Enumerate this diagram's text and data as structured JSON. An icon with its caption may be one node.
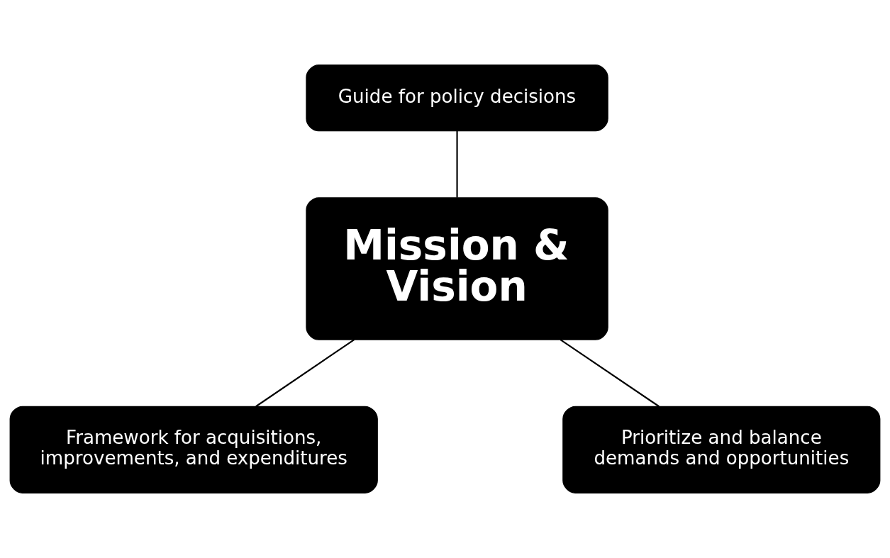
{
  "diagram": {
    "nodes": [
      {
        "text": [
          "Guide for policy decisions"
        ]
      },
      {
        "text": [
          "Mission & Vision"
        ]
      },
      {
        "text": [
          "Framework for acquisitions, improvements, and expenditures"
        ]
      },
      {
        "text": [
          "Prioritize and balance demands and opportunities"
        ]
      }
    ],
    "edges": [
      {
        "from": 0,
        "to": 1,
        "arrow": "none"
      },
      {
        "from": 1,
        "to": 2,
        "arrow": "none"
      },
      {
        "from": 1,
        "to": 3,
        "arrow": "none"
      }
    ]
  }
}
